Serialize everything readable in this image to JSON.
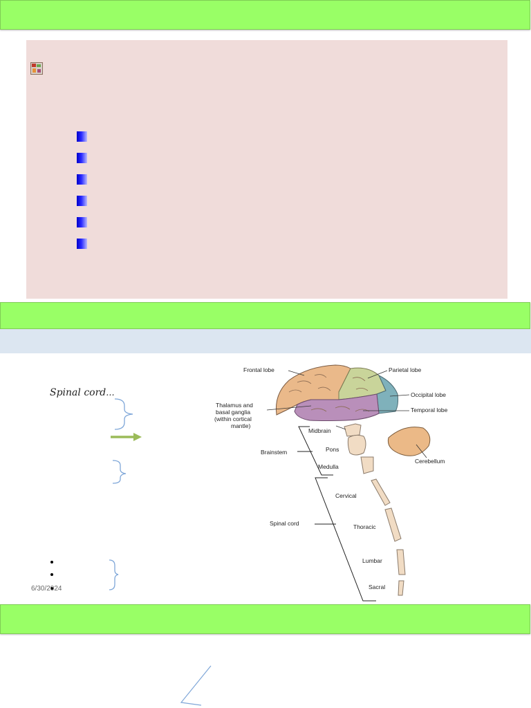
{
  "slide_footer": {
    "date": "6/30/2024"
  },
  "diagram": {
    "text_label": "Spinal cord",
    "ellipsis": "...",
    "labels": {
      "frontal": "Frontal lobe",
      "parietal": "Parietal lobe",
      "occipital": "Occipital lobe",
      "temporal": "Temporal lobe",
      "thalamus": [
        "Thalamus and",
        "basal ganglia",
        "(within cortical",
        "mantle)"
      ],
      "midbrain": "Midbrain",
      "pons": "Pons",
      "medulla": "Medulla",
      "brainstem": "Brainstem",
      "cerebellum": "Cerebellum",
      "cervical": "Cervical",
      "thoracic": "Thoracic",
      "lumbar": "Lumbar",
      "sacral": "Sacral",
      "spinal_cord": "Spinal cord"
    }
  },
  "colors": {
    "green_bar": "#99ff66",
    "pink_panel": "#f0dcda",
    "blue_band": "#dce6f1",
    "frontal": "#eab98a",
    "parietal": "#c9d49a",
    "occipital": "#7fb1bb",
    "temporal": "#b98fba",
    "cerebellum": "#ebb987",
    "bone": "#f1dcc4",
    "arrow": "#9bbb59",
    "brace": "#7ea6d8"
  }
}
